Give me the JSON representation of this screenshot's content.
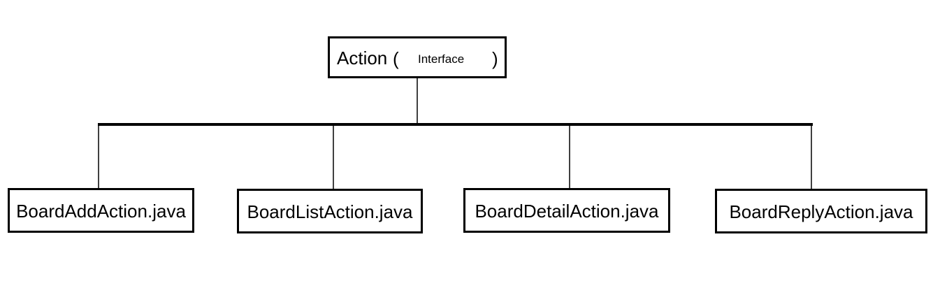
{
  "root": {
    "title": "Action",
    "open_paren": "(",
    "subtitle": "Interface",
    "close_paren": ")"
  },
  "children": [
    {
      "label": "BoardAddAction.java"
    },
    {
      "label": "BoardListAction.java"
    },
    {
      "label": "BoardDetailAction.java"
    },
    {
      "label": "BoardReplyAction.java"
    }
  ]
}
